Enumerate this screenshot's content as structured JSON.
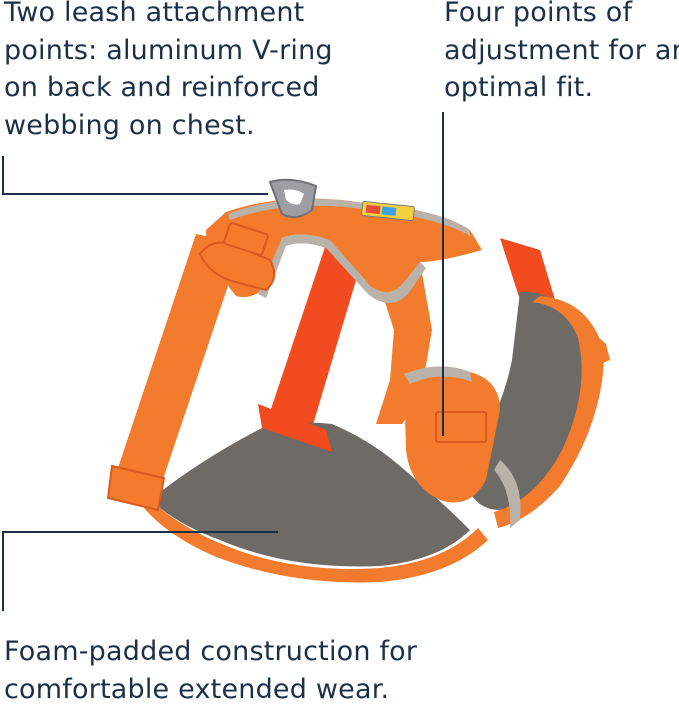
{
  "callouts": {
    "leash_points": {
      "lines": [
        "Two leash attachment",
        "points: aluminum V-ring",
        "on back and reinforced",
        "webbing on chest."
      ]
    },
    "adjustment": {
      "lines": [
        "Four points of",
        "adjustment for an",
        "optimal fit."
      ]
    },
    "foam": {
      "lines": [
        "Foam-padded construction for",
        "comfortable extended wear."
      ]
    }
  },
  "colors": {
    "text": "#1c3148",
    "harness_orange": "#f27b2e",
    "harness_red": "#f24b1f",
    "padding_gray": "#6e6a66",
    "trim_gray": "#b9b2a8",
    "ring_silver": "#9c9ea2"
  }
}
